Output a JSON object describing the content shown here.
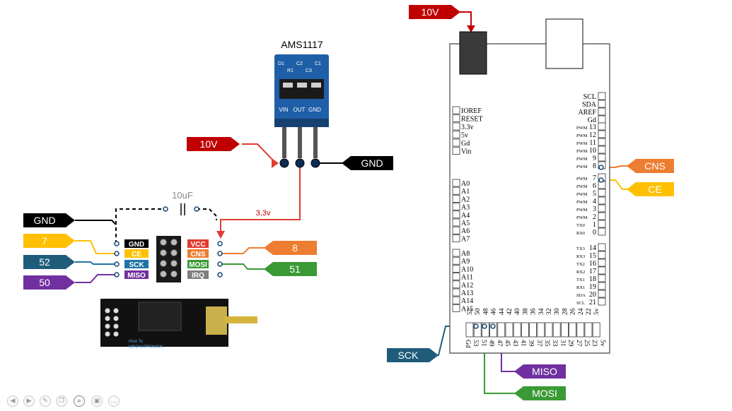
{
  "regulator": {
    "title": "AMS1117",
    "pin_labels": [
      "VIN",
      "OUT",
      "GND"
    ],
    "silk_top": [
      "D1",
      "R1",
      "C2",
      "C3",
      "C1"
    ]
  },
  "power": {
    "in_label": "10V",
    "gnd_label": "GND",
    "rail_label": "3,3v",
    "cap_label": "10uF"
  },
  "left_tags": [
    {
      "text": "GND",
      "color": "#000000",
      "text_color": "#ffffff"
    },
    {
      "text": "7",
      "color": "#ffc000",
      "text_color": "#ffffff"
    },
    {
      "text": "52",
      "color": "#1f5c7a",
      "text_color": "#ffffff"
    },
    {
      "text": "50",
      "color": "#7030a0",
      "text_color": "#ffffff"
    }
  ],
  "right_tags": [
    {
      "text": "8",
      "color": "#ed7d31",
      "text_color": "#ffffff"
    },
    {
      "text": "51",
      "color": "#3a9a35",
      "text_color": "#ffffff"
    }
  ],
  "module_left_pins": [
    {
      "text": "GND",
      "color": "#000000"
    },
    {
      "text": "CE",
      "color": "#ffc000"
    },
    {
      "text": "SCK",
      "color": "#1f73a5"
    },
    {
      "text": "MISO",
      "color": "#7030a0"
    }
  ],
  "module_right_pins": [
    {
      "text": "VCC",
      "color": "#e03c31"
    },
    {
      "text": "CNS",
      "color": "#ed7d31"
    },
    {
      "text": "MOSI",
      "color": "#3a9a35"
    },
    {
      "text": "IRQ",
      "color": "#7f7f7f"
    }
  ],
  "module_logo": [
    "How To",
    "MECHATRONICS"
  ],
  "arduino": {
    "power_label": "10V",
    "power_header": [
      "IOREF",
      "RESET",
      "3.3v",
      "5v",
      "Gd",
      "Vin"
    ],
    "analog_a": [
      "A0",
      "A1",
      "A2",
      "A3",
      "A4",
      "A5",
      "A6",
      "A7"
    ],
    "analog_b": [
      "A8",
      "A9",
      "A10",
      "A11",
      "A12",
      "A13",
      "A14",
      "A15"
    ],
    "top_right_header": [
      "SCL",
      "SDA",
      "AREF",
      "Gd"
    ],
    "pwm_prefix": "PWM",
    "pwm_pins": [
      "13",
      "12",
      "11",
      "10",
      "9",
      "8"
    ],
    "digital_pins": [
      "7",
      "6",
      "5",
      "4",
      "3",
      "2",
      "1",
      "0"
    ],
    "tx_prefixes": [
      "TX0",
      "RX0"
    ],
    "comm_prefixes": [
      "TX3",
      "RX3",
      "TX2",
      "RX2",
      "TX1",
      "RX1",
      "SDA",
      "SCL"
    ],
    "comm_pins": [
      "14",
      "15",
      "16",
      "17",
      "18",
      "19",
      "20",
      "21"
    ],
    "bottom_top_row": [
      "52",
      "50",
      "48",
      "46",
      "44",
      "42",
      "40",
      "38",
      "36",
      "34",
      "32",
      "30",
      "28",
      "26",
      "24",
      "22",
      "5v"
    ],
    "bottom_bottom_row": [
      "Gd",
      "53",
      "51",
      "49",
      "47",
      "45",
      "43",
      "41",
      "39",
      "37",
      "35",
      "33",
      "31",
      "29",
      "27",
      "25",
      "23",
      "5v"
    ],
    "cns_tag": {
      "text": "CNS",
      "color": "#ed7d31",
      "text_color": "#ffffff"
    },
    "ce_tag": {
      "text": "CE",
      "color": "#ffc000",
      "text_color": "#ffffff"
    },
    "sck_tag": {
      "text": "SCK",
      "color": "#1f5c7a",
      "text_color": "#ffffff"
    },
    "miso_tag": {
      "text": "MISO",
      "color": "#7030a0",
      "text_color": "#ffffff"
    },
    "mosi_tag": {
      "text": "MOSI",
      "color": "#3a9a35",
      "text_color": "#ffffff"
    },
    "red_label": {
      "text": "10V",
      "color": "#c00000",
      "text_color": "#ffffff"
    }
  },
  "wire_colors": {
    "red": "#e03c31",
    "black": "#000000",
    "yellow": "#ffc000",
    "blue": "#1f73a5",
    "purple": "#7030a0",
    "orange": "#ed7d31",
    "green": "#3a9a35",
    "teal": "#1f5c7a"
  },
  "toolbar_icons": [
    "back-icon",
    "forward-icon",
    "pen-icon",
    "copy-icon",
    "search-icon",
    "camera-icon",
    "more-icon"
  ]
}
